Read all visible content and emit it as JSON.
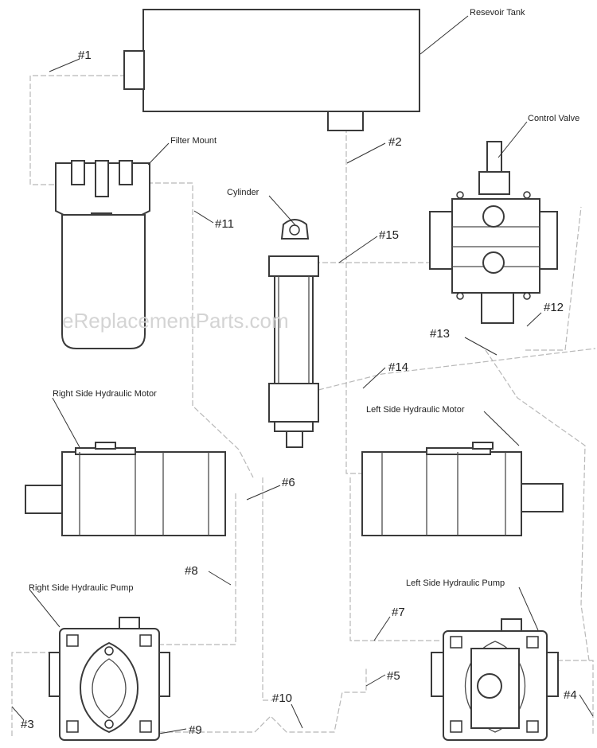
{
  "watermark": "eReplacementParts.com",
  "components": {
    "reservoir_tank": "Resevoir Tank",
    "control_valve": "Control Valve",
    "filter_mount": "Filter Mount",
    "cylinder": "Cylinder",
    "right_motor": "Right Side Hydraulic Motor",
    "left_motor": "Left Side Hydraulic Motor",
    "right_pump": "Right Side Hydraulic Pump",
    "left_pump": "Left Side Hydraulic Pump"
  },
  "hoses": {
    "h1": "#1",
    "h2": "#2",
    "h3": "#3",
    "h4": "#4",
    "h5": "#5",
    "h6": "#6",
    "h7": "#7",
    "h8": "#8",
    "h9": "#9",
    "h10": "#10",
    "h11": "#11",
    "h12": "#12",
    "h13": "#13",
    "h14": "#14",
    "h15": "#15"
  }
}
